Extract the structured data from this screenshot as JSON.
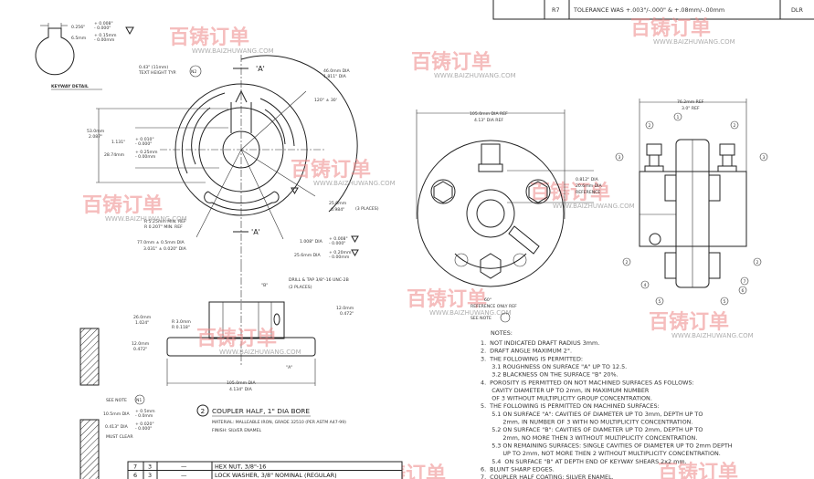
{
  "revision_table": {
    "rev": "R7",
    "description": "TOLERANCE WAS +.003\"/-.000\" & +.08mm/-.00mm",
    "by": "DLR"
  },
  "keyway_detail": {
    "title": "KEYWAY DETAIL",
    "width_in": "0.256\"",
    "tol_in_plus": "+ 0.008\"",
    "tol_in_minus": "- 0.000\"",
    "width_mm": "6.5mm",
    "tol_mm_plus": "+ 0.15mm",
    "tol_mm_minus": "- 0.00mm"
  },
  "front_view": {
    "section_label": "'A'",
    "text_height": "0.43\" (11mm)",
    "text_height_2": "TEXT HEIGHT TYP.",
    "note_ref": "N2",
    "dia_46_mm": "46.0mm DIA",
    "dia_46_in": "1.811\" DIA",
    "angle": "120° ± 30'",
    "dim_53_mm": "53.0mm",
    "dim_53_in": "2.087\"",
    "dim_1131": "1.131\"",
    "dim_1131_plus": "+ 0.010\"",
    "dim_1131_minus": "- 0.000\"",
    "dim_2874": "28.74mm",
    "dim_2874_plus": "+ 0.25mm",
    "dim_2874_minus": "- 0.00mm",
    "dim_25_mm": "25.0mm",
    "dim_25_in": "0.984\"",
    "places": "(3 PLACES)",
    "radius_mm": "R 5.25mm MIN. REF",
    "radius_in": "R 0.207\" MIN. REF",
    "dia_77_mm": "77.0mm ± 0.5mm DIA",
    "dia_77_in": "3.031\" ± 0.020\" DIA",
    "bore_in": "1.008\" DIA",
    "bore_in_plus": "+ 0.008\"",
    "bore_in_minus": "- 0.000\"",
    "bore_mm": "25.6mm DIA",
    "bore_mm_plus": "+ 0.20mm",
    "bore_mm_minus": "- 0.00mm",
    "surface_b": "\"B\"",
    "surface_a": "\"A\""
  },
  "section_view": {
    "drill_tap": "DRILL & TAP 3/8\"-16 UNC-2B",
    "drill_places": "(2 PLACES)",
    "dim_26_mm": "26.0mm",
    "dim_26_in": "1.024\"",
    "r3_mm": "R 3.0mm",
    "r3_in": "R 0.118\"",
    "dim_12_mm": "12.0mm",
    "dim_12_in": "0.472\"",
    "dim_12b_mm": "12.0mm",
    "dim_12b_in": "0.472\"",
    "dia_105_mm": "105.0mm DIA",
    "dia_105_in": "4.134\" DIA"
  },
  "part": {
    "number": "2",
    "title": "COUPLER HALF, 1\" DIA BORE",
    "material": "MATERIAL:   MALLEABLE IRON, GRADE 32510 (PER ASTM A47-99)",
    "finish": "FINISH:  SILVER ENAMEL"
  },
  "left_section": {
    "see_note": "SEE NOTE",
    "note_ref": "N1",
    "hole_mm": "10.5mm DIA",
    "hole_mm_plus": "+ 0.5mm",
    "hole_mm_minus": "- 0.0mm",
    "hole_in": "0.413\" DIA",
    "hole_in_plus": "+ 0.020\"",
    "hole_in_minus": "- 0.000\"",
    "clear": "MUST CLEAR"
  },
  "bom": [
    {
      "item": "7",
      "qty": "3",
      "part_no": "—",
      "description": "HEX NUT, 3/8\"-16"
    },
    {
      "item": "6",
      "qty": "3",
      "part_no": "—",
      "description": "LOCK WASHER, 3/8\" NOMINAL (REGULAR)"
    }
  ],
  "assembly_front": {
    "dia_mm": "105.0mm DIA REF",
    "dia_in": "4.13\" DIA REF",
    "bore_in": "0.812\" DIA",
    "bore_mm": "20.6mm DIA",
    "bore_ref": "REFERENCE",
    "angle": "60°",
    "angle_ref": "REFERENCE ONLY REF",
    "see_note": "SEE NOTE"
  },
  "assembly_side": {
    "width_mm": "76.2mm REF",
    "width_in": "3.0\" REF",
    "balloons": [
      "1",
      "2",
      "2",
      "3",
      "3",
      "2",
      "2",
      "4",
      "5",
      "5",
      "6",
      "7"
    ]
  },
  "notes": {
    "heading": "NOTES:",
    "lines": [
      "1.  NOT INDICATED DRAFT RADIUS 3mm.",
      "2.  DRAFT ANGLE MAXIMUM 2°.",
      "3.  THE FOLLOWING IS PERMITTED:",
      "      3.1 ROUGHNESS ON SURFACE \"A\" UP TO 12.5.",
      "      3.2 BLACKNESS ON THE SURFACE \"B\" 20%.",
      "4.  POROSITY IS PERMITTED ON NOT MACHINED SURFACES AS FOLLOWS:",
      "      CAVITY DIAMETER UP TO 2mm, IN MAXIMUM NUMBER",
      "      OF 3 WITHOUT MULTIPLICITY GROUP CONCENTRATION.",
      "5.  THE FOLLOWING IS PERMITTED ON MACHINED SURFACES:",
      "      5.1 ON SURFACE \"A\": CAVITIES OF DIAMETER UP TO 3mm, DEPTH UP TO",
      "            2mm, IN NUMBER OF 3 WITH NO MULTIPLICITY CONCENTRATION.",
      "      5.2 ON SURFACE \"B\": CAVITIES OF DIAMETER UP TO 2mm, DEPTH UP TO",
      "            2mm, NO MORE THEN 3 WITHOUT MULTIPLICITY CONCENTRATION.",
      "      5.3 ON REMAINING SURFACES: SINGLE CAVITIES OF DIAMETER UP TO 2mm DEPTH",
      "            UP TO 2mm, NOT MORE THEN 2 WITHOUT MULTIPLICITY CONCENTRATION.",
      "      5.4  ON SURFACE \"B\" AT DEPTH END OF KEYWAY SHEARS 2x2 mm.",
      "6.  BLUNT SHARP EDGES.",
      "7.  COUPLER HALF COATING: SILVER ENAMEL."
    ]
  },
  "watermark": {
    "brand": "百铸订单",
    "url": "WWW.BAIZHUWANG.COM"
  }
}
